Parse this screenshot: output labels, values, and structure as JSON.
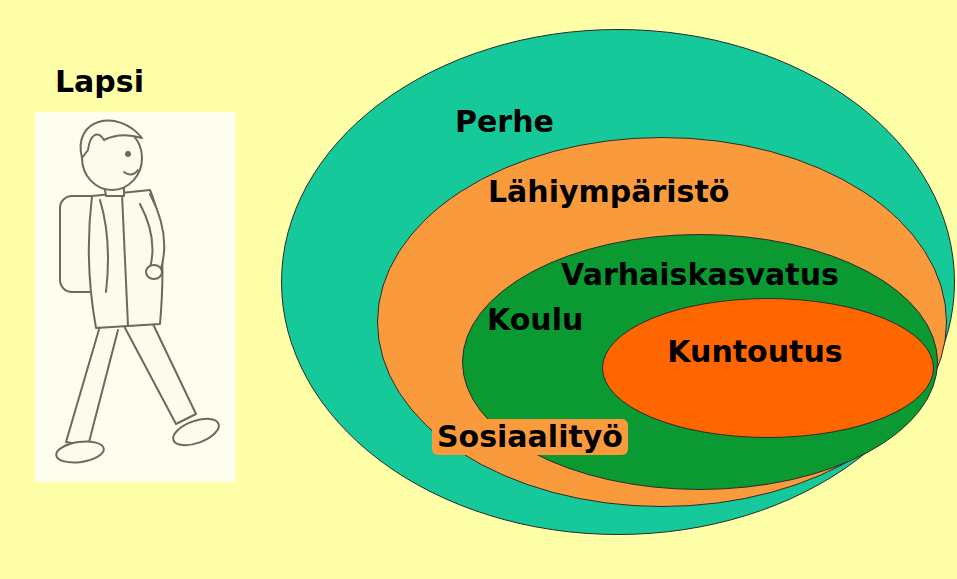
{
  "diagram": {
    "nodes": [
      {
        "text": [
          "Perhe"
        ]
      },
      {
        "text": [
          "Lähiympäristö",
          "Sosiaalityö"
        ],
        "in": 0
      },
      {
        "text": [
          "Varhaiskasvatus",
          "Koulu"
        ],
        "in": 1
      },
      {
        "text": [
          "Kuntoutus"
        ],
        "in": 2
      }
    ],
    "labels": [
      "Lapsi"
    ]
  }
}
